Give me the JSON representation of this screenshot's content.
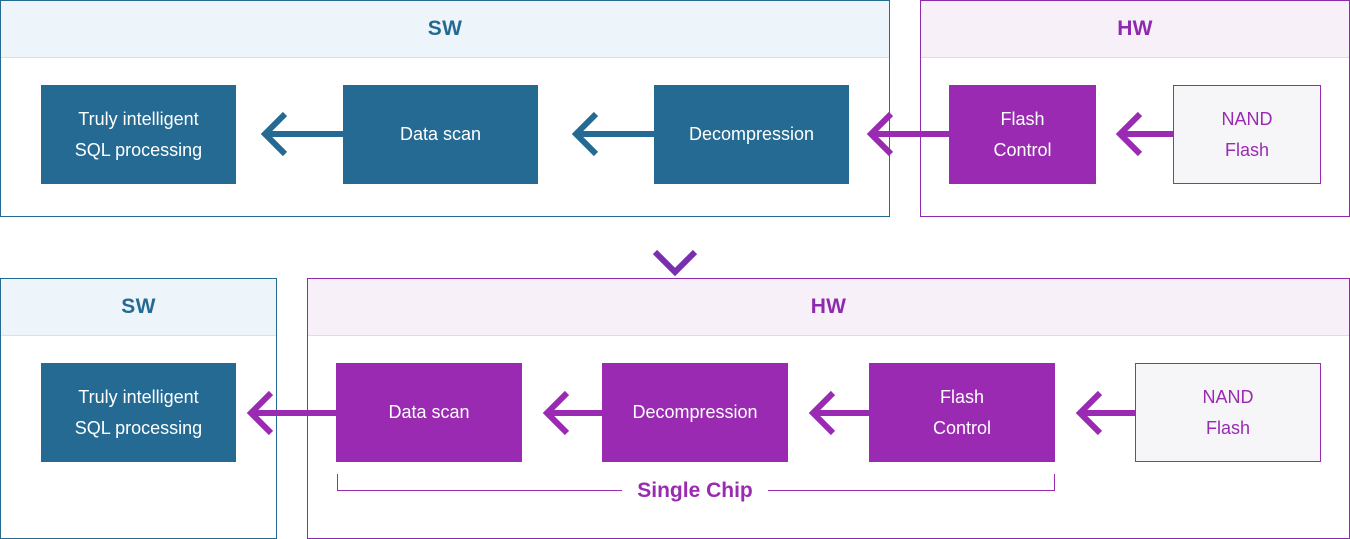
{
  "top_row": {
    "sw_panel": {
      "title": "SW",
      "boxes": [
        "Truly intelligent\nSQL processing",
        "Data scan",
        "Decompression"
      ]
    },
    "hw_panel": {
      "title": "HW",
      "boxes": [
        "Flash\nControl",
        "NAND\nFlash"
      ]
    }
  },
  "bottom_row": {
    "sw_panel": {
      "title": "SW",
      "boxes": [
        "Truly intelligent\nSQL processing"
      ]
    },
    "hw_panel": {
      "title": "HW",
      "boxes": [
        "Data scan",
        "Decompression",
        "Flash\nControl",
        "NAND\nFlash"
      ],
      "group_label": "Single Chip"
    }
  },
  "colors": {
    "sw": "#256a92",
    "hw": "#9a2ab2"
  }
}
